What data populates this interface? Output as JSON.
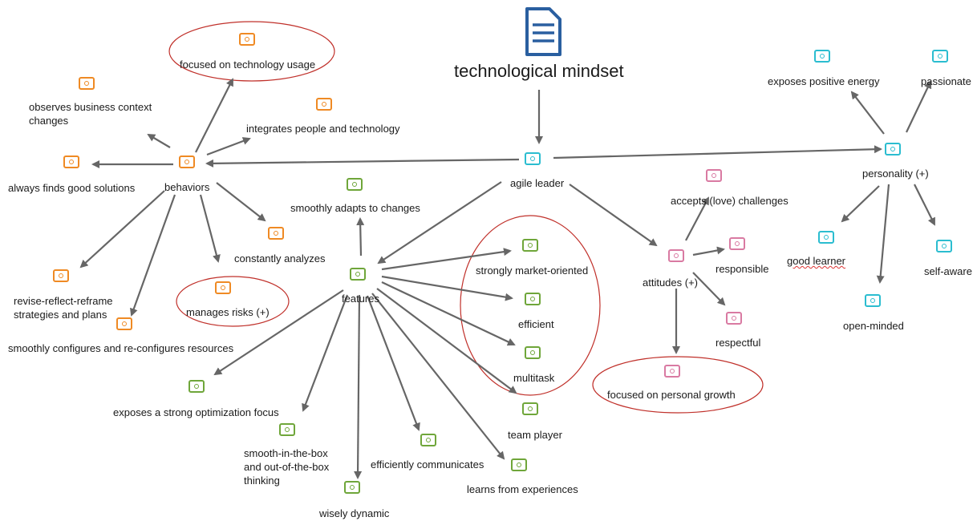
{
  "title": "technological mindset",
  "colors": {
    "behaviors": "#ef8a24",
    "features": "#6fa63a",
    "leader": "#2bbdd0",
    "attitudes": "#d97aa2",
    "edge": "#666666",
    "highlight": "#c0302a",
    "doc": "#2a5fa0"
  },
  "nodes": {
    "agile_leader": "agile leader",
    "behaviors": "behaviors",
    "features": "features",
    "attitudes": "attitudes (+)",
    "personality": "personality (+)",
    "b_focused_tech": "focused on technology usage",
    "b_observes": "observes business context changes",
    "b_integrates": "integrates people and technology",
    "b_always": "always finds good solutions",
    "b_analyzes": "constantly analyzes",
    "b_risks": "manages risks (+)",
    "b_revise": "revise-reflect-reframe strategies and plans",
    "b_configures": "smoothly configures and re-configures resources",
    "f_adapts": "smoothly adapts to changes",
    "f_market": "strongly market-oriented",
    "f_efficient": "efficient",
    "f_multitask": "multitask",
    "f_team": "team player",
    "f_learns": "learns from experiences",
    "f_communicates": "efficiently communicates",
    "f_smooth_box": "smooth-in-the-box and out-of-the-box thinking",
    "f_wisely": "wisely dynamic",
    "f_optimization": "exposes a strong optimization focus",
    "a_challenges": "accepts (love) challenges",
    "a_responsible": "responsible",
    "a_respectful": "respectful",
    "a_growth": "focused on personal growth",
    "p_energy": "exposes positive energy",
    "p_passionate": "passionate",
    "p_learner": "good learner",
    "p_open": "open-minded",
    "p_selfaware": "self-aware"
  }
}
